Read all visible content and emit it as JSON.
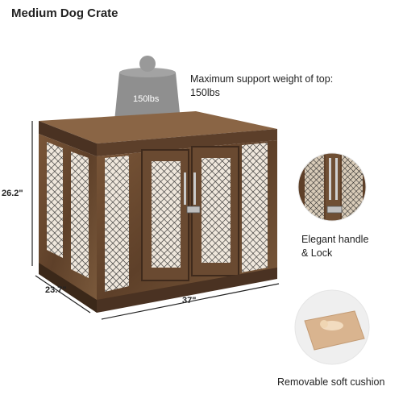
{
  "title": "Medium Dog Crate",
  "weight": {
    "label_line1": "Maximum support weight of top:",
    "label_line2": "150lbs",
    "badge": "150lbs"
  },
  "dimensions": {
    "height": "26.2\"",
    "depth": "23.7\"",
    "width": "37\""
  },
  "features": {
    "handle_caption_line1": "Elegant handle",
    "handle_caption_line2": "& Lock",
    "cushion_caption": "Removable soft cushion"
  },
  "colors": {
    "wood": "#6b4a33",
    "wood_dark": "#3f2a1c",
    "mesh": "#2b2b2b",
    "weight": "#8f8f8f",
    "cushion": "#d9b48f"
  }
}
